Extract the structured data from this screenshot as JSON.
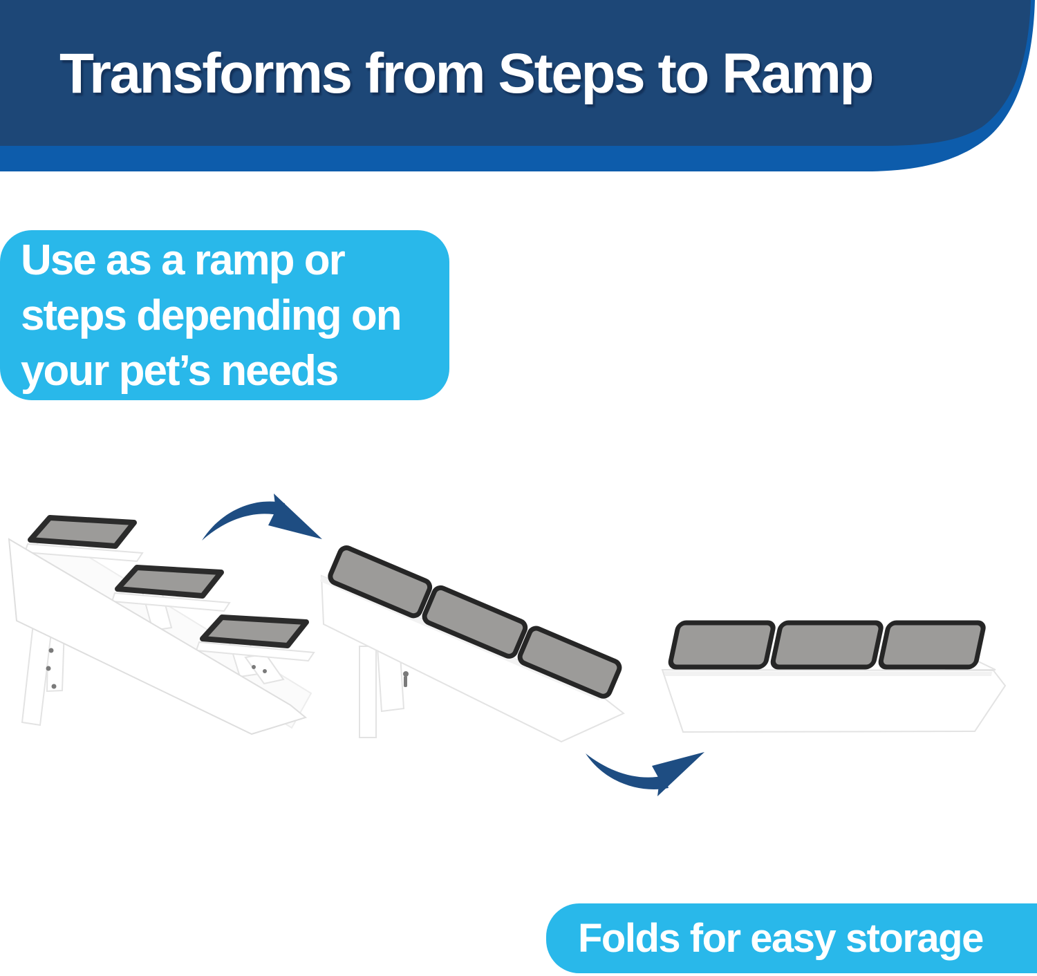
{
  "header": {
    "title": "Transforms from Steps to Ramp"
  },
  "callouts": {
    "ramp_steps": {
      "lines": [
        "Use as a ramp or",
        "steps depending on",
        "your pet’s needs"
      ]
    },
    "storage": {
      "label": "Folds for easy storage"
    }
  },
  "figures": {
    "steps": "pet-stairs-steps-configuration",
    "ramp": "pet-stairs-ramp-configuration",
    "folded": "pet-stairs-folded-flat-configuration"
  },
  "icons": {
    "arrow_steps_to_ramp": "curved-swoosh-arrow-right",
    "arrow_folded_to_storage": "curved-swoosh-arrow-up-right"
  },
  "colors": {
    "banner_navy": "#1d4777",
    "banner_blue": "#0d5cab",
    "callout_cyan": "#29b8ea",
    "arrow_navy": "#1e4d82",
    "carpet_gray": "#9c9b99",
    "carpet_border": "#2b2b2b",
    "product_white": "#ffffff",
    "product_outline": "#e3e3e3",
    "text_white": "#ffffff"
  }
}
